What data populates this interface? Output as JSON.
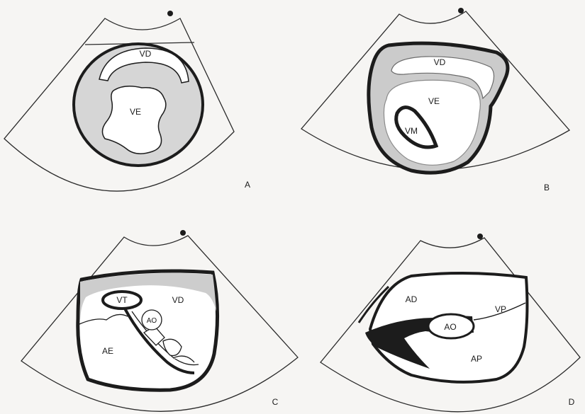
{
  "panels": [
    {
      "letter": "A",
      "labels": {
        "vd": "VD",
        "ve": "VE"
      }
    },
    {
      "letter": "B",
      "labels": {
        "vd": "VD",
        "ve": "VE",
        "vm": "VM"
      }
    },
    {
      "letter": "C",
      "labels": {
        "vt": "VT",
        "vd": "VD",
        "ao": "AO",
        "ae": "AE"
      }
    },
    {
      "letter": "D",
      "labels": {
        "ad": "AD",
        "vp": "VP",
        "ao": "AO",
        "ap": "AP"
      }
    }
  ],
  "colors": {
    "paper": "#f6f5f3",
    "ink": "#1c1c1c",
    "shade": "#cdcdcd"
  }
}
